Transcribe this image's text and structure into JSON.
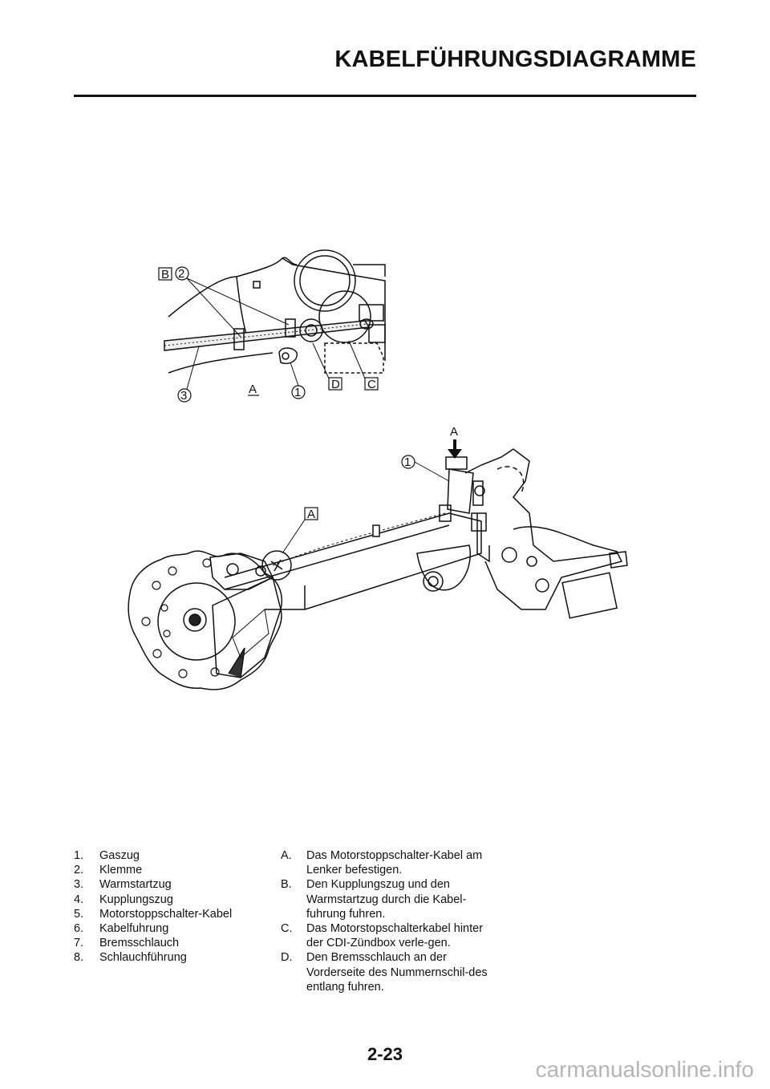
{
  "header": {
    "title": "KABELFÜHRUNGSDIAGRAMME"
  },
  "diagram": {
    "top_callouts": {
      "b_box": "B",
      "c_box": "C",
      "d_box": "D",
      "a_underlined": "A",
      "c1": "1",
      "c2": "2",
      "c3": "3"
    },
    "bottom_callouts": {
      "arrow_a": "A",
      "c1": "1",
      "a_box": "A"
    }
  },
  "legend": {
    "numbered": [
      {
        "num": "1.",
        "text": "Gaszug"
      },
      {
        "num": "2.",
        "text": "Klemme"
      },
      {
        "num": "3.",
        "text": "Warmstartzug"
      },
      {
        "num": "4.",
        "text": "Kupplungszug"
      },
      {
        "num": "5.",
        "text": "Motorstoppschalter-Kabel"
      },
      {
        "num": "6.",
        "text": "Kabelfuhrung"
      },
      {
        "num": "7.",
        "text": "Bremsschlauch"
      },
      {
        "num": "8.",
        "text": "Schlauchführung"
      }
    ],
    "lettered": [
      {
        "num": "A.",
        "text": "Das Motorstoppschalter-Kabel am Lenker befestigen."
      },
      {
        "num": "B.",
        "text": "Den Kupplungszug und den Warmstartzug durch die Kabel-fuhrung fuhren."
      },
      {
        "num": "C.",
        "text": "Das Motorstopschalterkabel hinter der CDI-Zündbox verle-gen."
      },
      {
        "num": "D.",
        "text": "Den Bremsschlauch an der Vorderseite des Nummernschil-des entlang fuhren."
      }
    ]
  },
  "footer": {
    "page_number": "2-23",
    "watermark": "carmanualsonline.info"
  }
}
